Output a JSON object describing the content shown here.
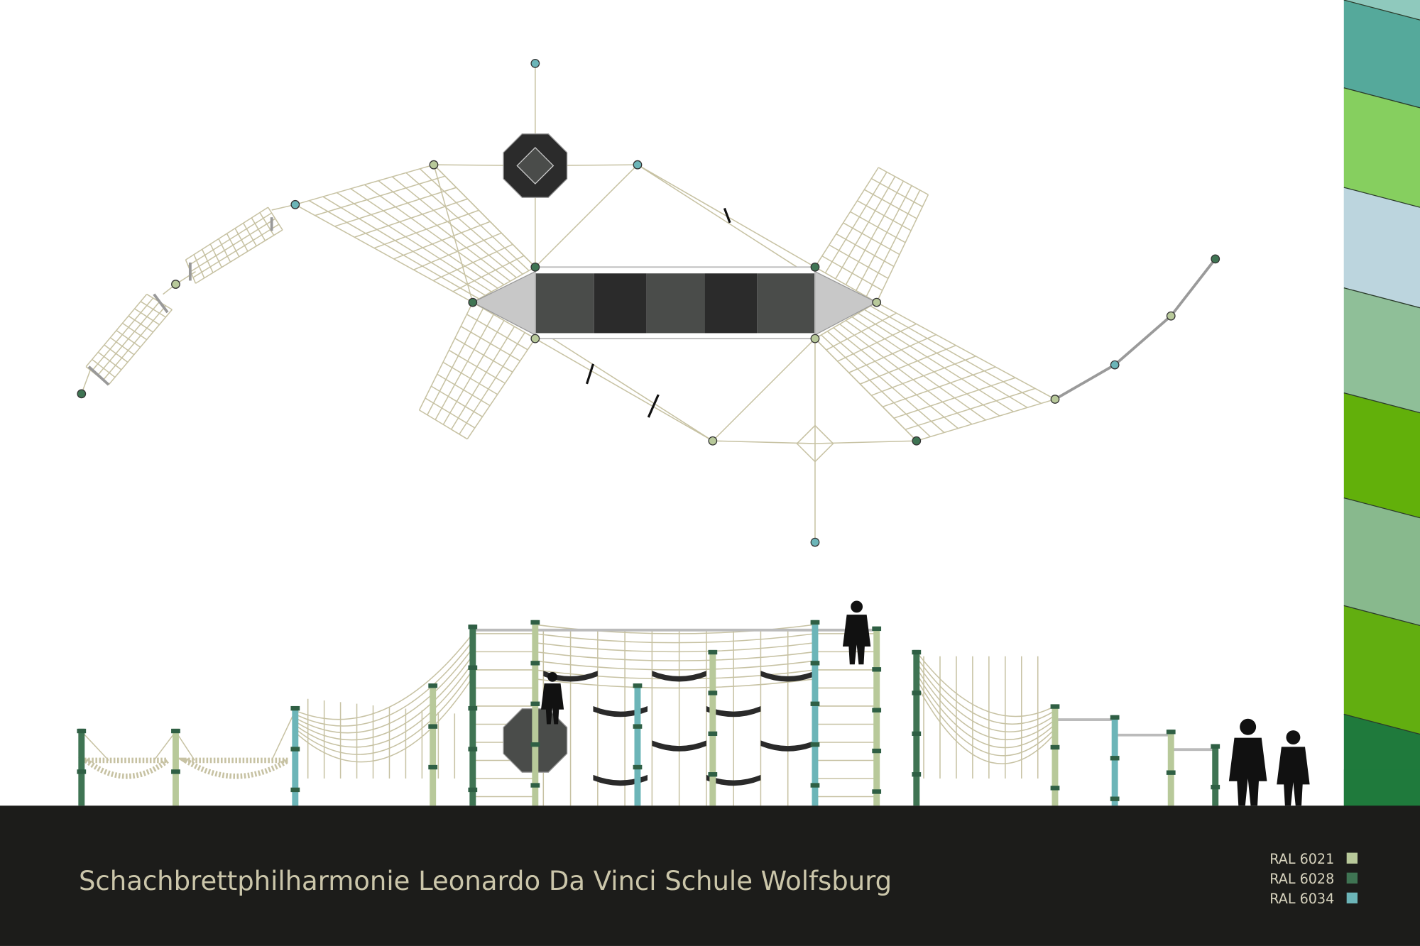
{
  "title": "Schachbrettphilharmonie Leonardo Da Vinci Schule Wolfsburg",
  "legend": [
    {
      "label": "RAL 6021",
      "color": "#b8c99a"
    },
    {
      "label": "RAL 6028",
      "color": "#3f7453"
    },
    {
      "label": "RAL 6034",
      "color": "#6cb5b8"
    }
  ],
  "colors": {
    "background_bar": "#1c1c1a",
    "rope": "#c7c2a3",
    "panel_dark": "#2b2b2b",
    "panel_mid": "#4a4c4a",
    "panel_light": "#c8c8c8"
  },
  "stripe_colors": [
    "#8fc9bd",
    "#55a99b",
    "#86cf5f",
    "#bcd5de",
    "#8fbf98",
    "#62b00a",
    "#88b98d",
    "#62ae10",
    "#1f7a3c"
  ]
}
